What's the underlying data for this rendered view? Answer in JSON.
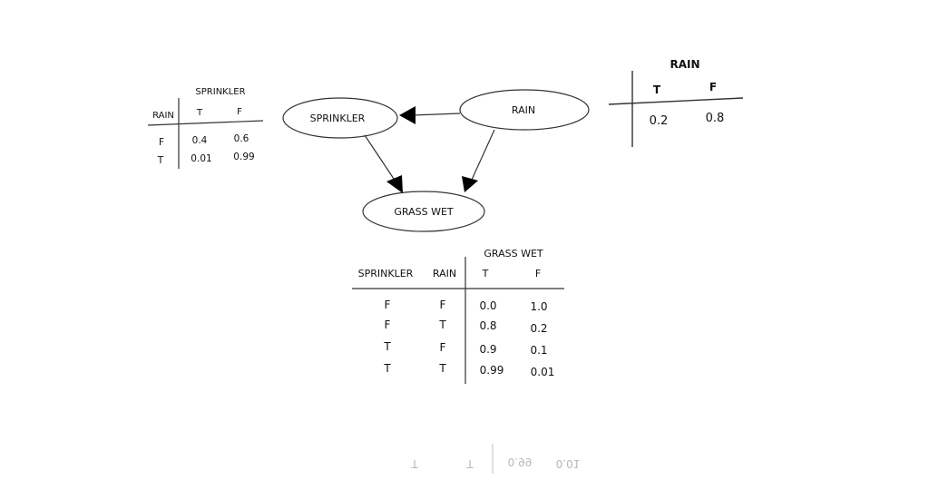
{
  "nodes": {
    "sprinkler": "SPRINKLER",
    "rain": "RAIN",
    "grass_wet": "GRASS WET"
  },
  "rain_table": {
    "title": "RAIN",
    "headers": [
      "T",
      "F"
    ],
    "values": [
      "0.2",
      "0.8"
    ]
  },
  "sprinkler_table": {
    "title": "SPRINKLER",
    "row_header": "RAIN",
    "headers": [
      "T",
      "F"
    ],
    "rows": [
      {
        "rain": "F",
        "t": "0.4",
        "f": "0.6"
      },
      {
        "rain": "T",
        "t": "0.01",
        "f": "0.99"
      }
    ]
  },
  "grass_table": {
    "title": "GRASS WET",
    "col_sprinkler": "SPRINKLER",
    "col_rain": "RAIN",
    "headers": [
      "T",
      "F"
    ],
    "rows": [
      {
        "sprinkler": "F",
        "rain": "F",
        "t": "0.0",
        "f": "1.0"
      },
      {
        "sprinkler": "F",
        "rain": "T",
        "t": "0.8",
        "f": "0.2"
      },
      {
        "sprinkler": "T",
        "rain": "F",
        "t": "0.9",
        "f": "0.1"
      },
      {
        "sprinkler": "T",
        "rain": "T",
        "t": "0.99",
        "f": "0.01"
      }
    ]
  }
}
